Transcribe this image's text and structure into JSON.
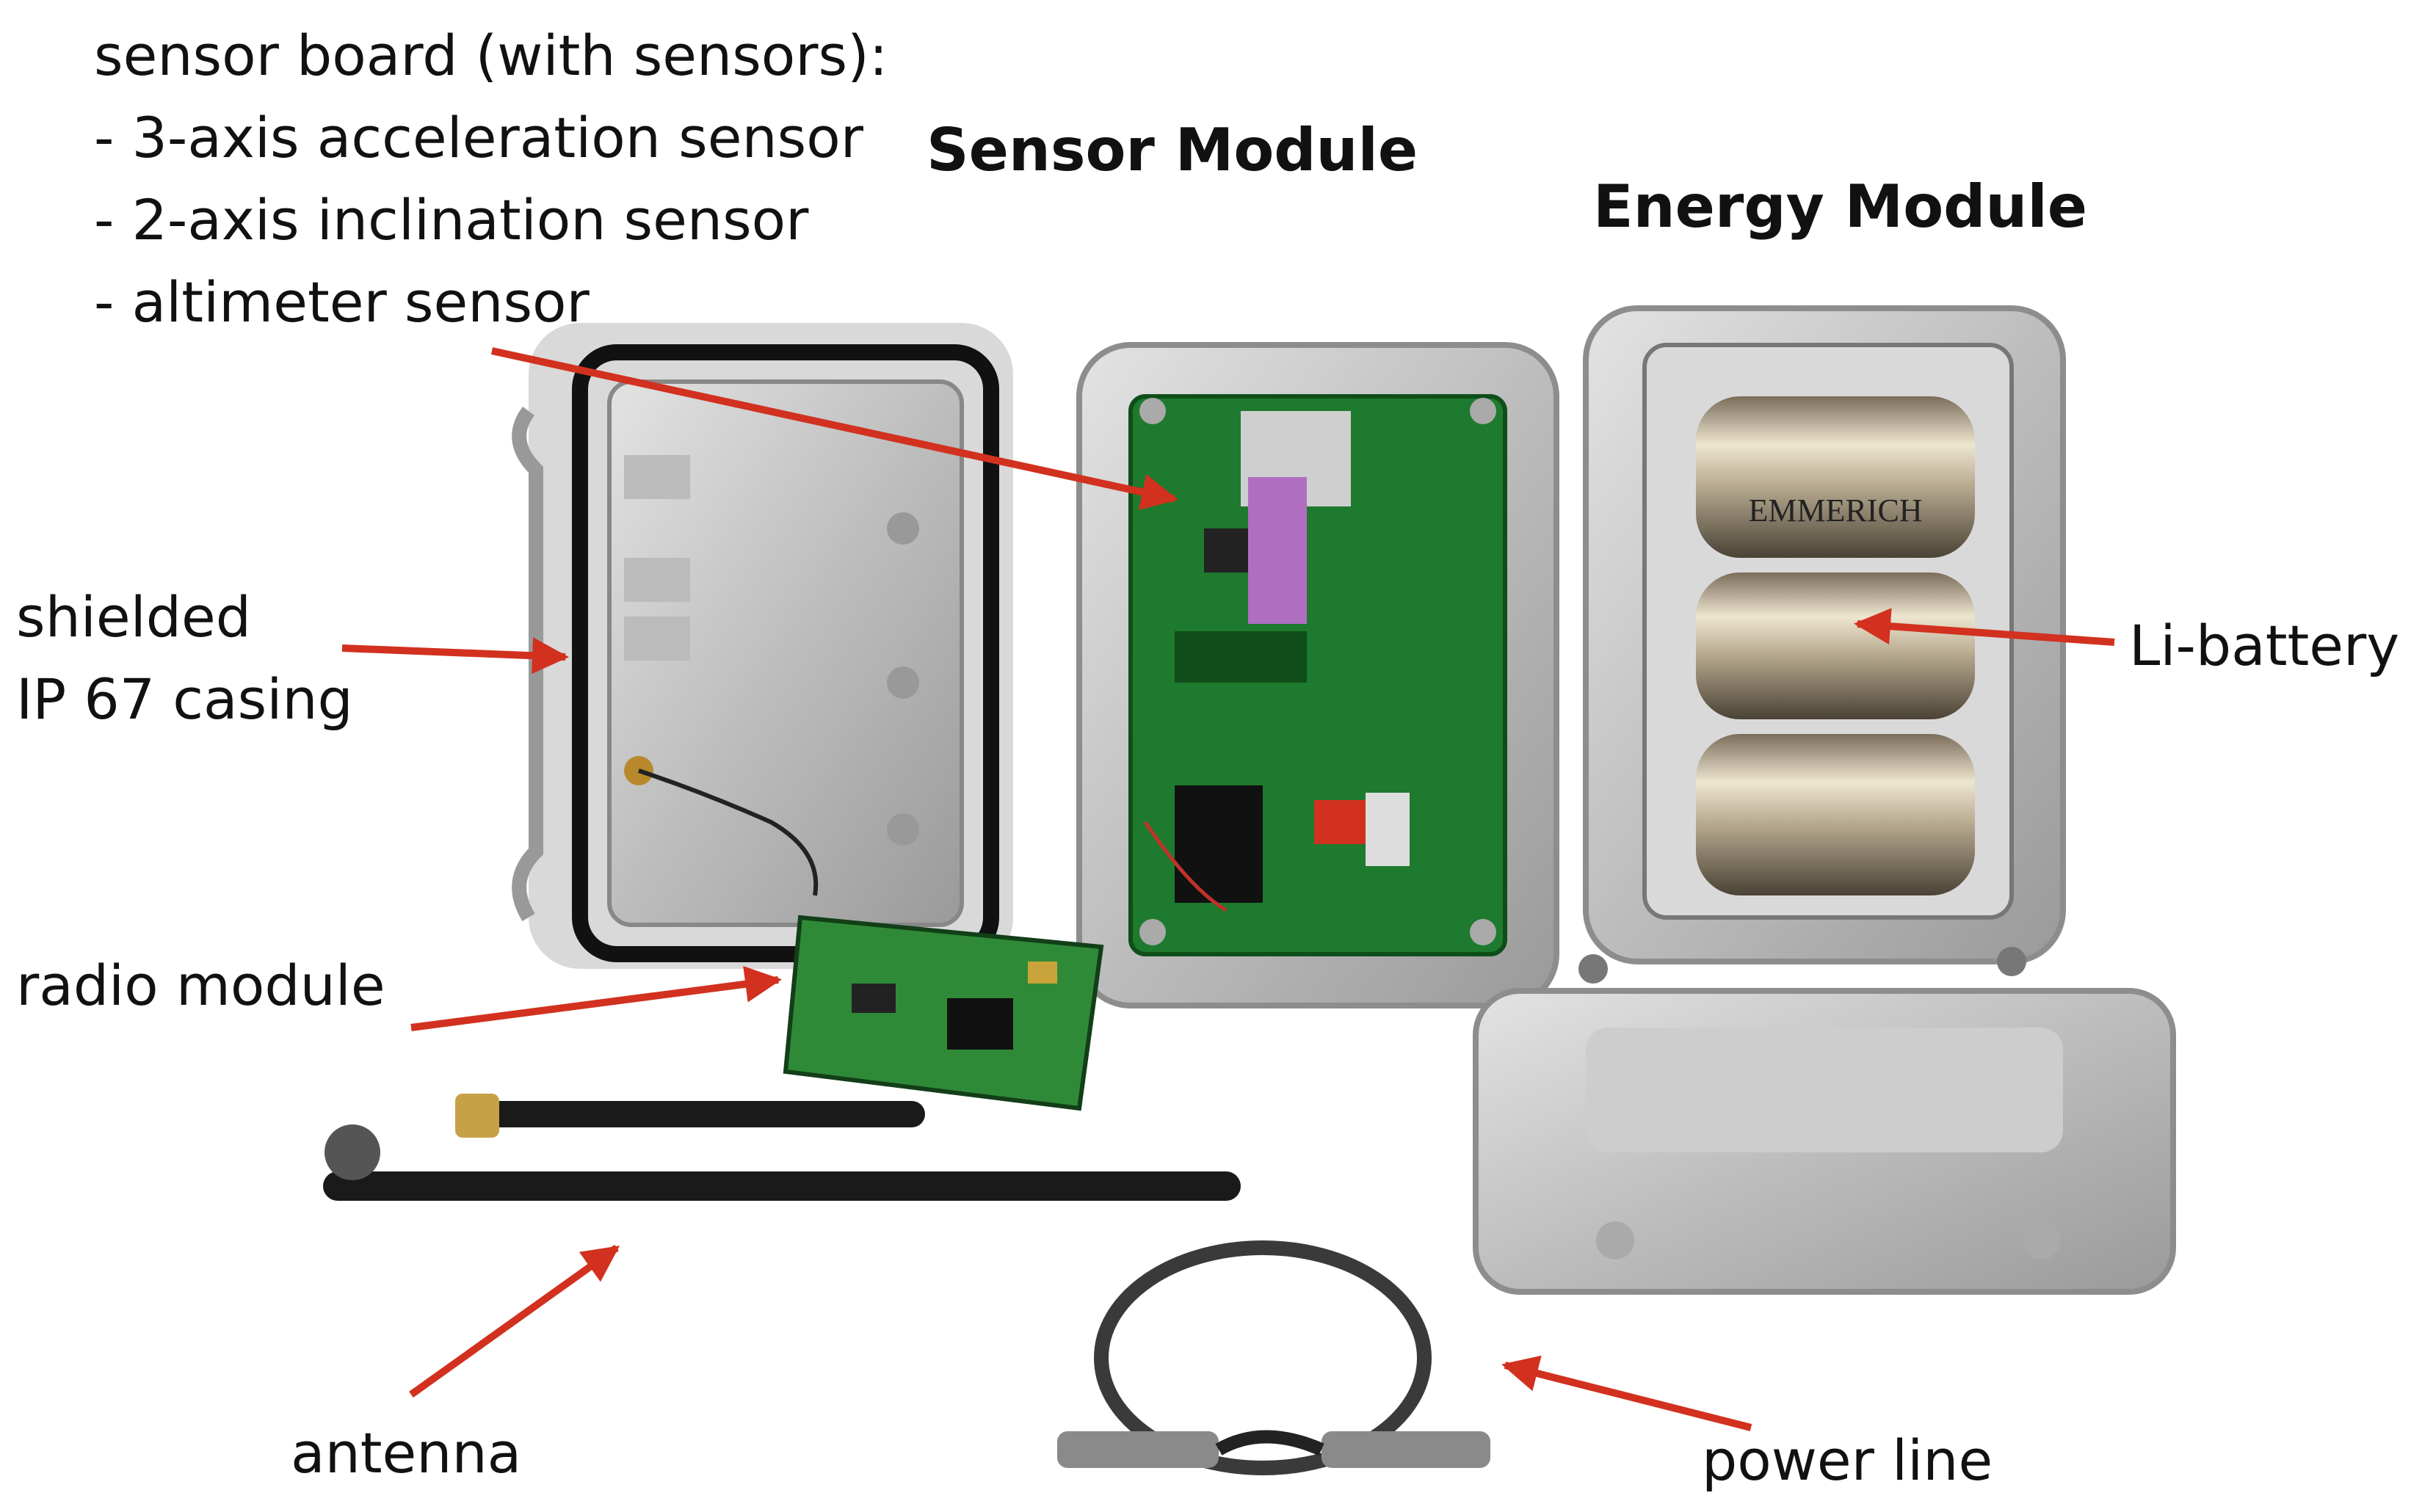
{
  "headings": {
    "sensor_module": "Sensor Module",
    "energy_module": "Energy Module"
  },
  "annotations": {
    "sensor_board_title": "sensor board (with sensors):",
    "sensor_list": [
      "- 3-axis acceleration sensor",
      "- 2-axis inclination sensor",
      "- altimeter sensor"
    ],
    "casing_line1": "shielded",
    "casing_line2": "IP 67 casing",
    "radio_module": "radio module",
    "antenna": "antenna",
    "power_line": "power line",
    "battery": "Li-battery"
  },
  "battery_brand": "EMMERICH",
  "colors": {
    "arrow": "#d2311f",
    "pcb_green": "#1e7a2e",
    "aluminium": "#c9c9c9",
    "antenna_black": "#1a1a1a"
  }
}
